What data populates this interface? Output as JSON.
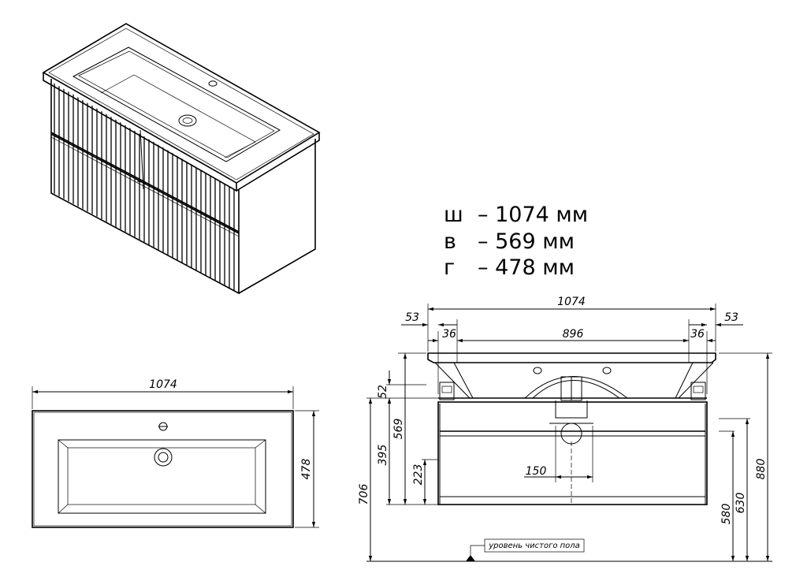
{
  "specs": {
    "width_letter": "ш",
    "width_value": "– 1074 мм",
    "height_letter": "в",
    "height_value": "– 569 мм",
    "depth_letter": "г",
    "depth_value": "– 478 мм"
  },
  "plan_view": {
    "width_dim": "1074",
    "depth_dim": "478"
  },
  "front_view": {
    "overall_width": "1074",
    "overhang_left": "53",
    "overhang_right": "53",
    "inner_left": "36",
    "inner_width": "896",
    "inner_right": "36",
    "dim_52": "52",
    "dim_569": "569",
    "dim_395": "395",
    "dim_223": "223",
    "dim_706": "706",
    "dim_150": "150",
    "dim_880": "880",
    "dim_630": "630",
    "dim_580": "580",
    "floor_label": "уровень чистого пола"
  }
}
